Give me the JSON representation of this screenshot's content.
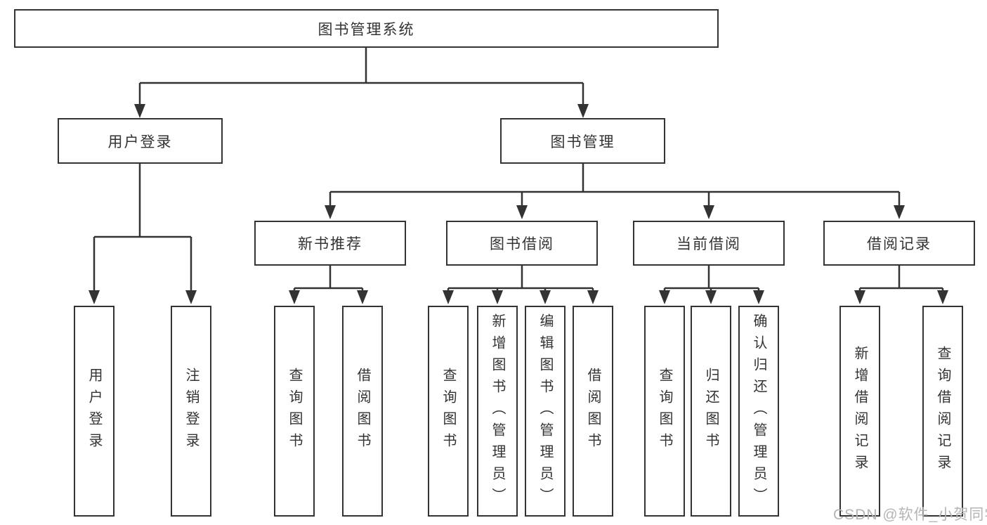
{
  "diagram": {
    "title": "图书管理系统",
    "tree": {
      "root": {
        "label": "图书管理系统",
        "children": [
          {
            "label": "用户登录",
            "children": [
              {
                "label": "用户登录"
              },
              {
                "label": "注销登录"
              }
            ]
          },
          {
            "label": "图书管理",
            "children": [
              {
                "label": "新书推荐",
                "children": [
                  {
                    "label": "查询图书"
                  },
                  {
                    "label": "借阅图书"
                  }
                ]
              },
              {
                "label": "图书借阅",
                "children": [
                  {
                    "label": "查询图书"
                  },
                  {
                    "label": "新增图书（管理员）"
                  },
                  {
                    "label": "编辑图书（管理员）"
                  },
                  {
                    "label": "借阅图书"
                  }
                ]
              },
              {
                "label": "当前借阅",
                "children": [
                  {
                    "label": "查询图书"
                  },
                  {
                    "label": "归还图书"
                  },
                  {
                    "label": "确认归还（管理员）"
                  }
                ]
              },
              {
                "label": "借阅记录",
                "children": [
                  {
                    "label": "新增借阅记录"
                  },
                  {
                    "label": "查询借阅记录"
                  }
                ]
              }
            ]
          }
        ]
      }
    },
    "colors": {
      "line": "#333333",
      "box_border": "#333333",
      "text": "#333333",
      "background": "#ffffff",
      "watermark": "#b5b5b5"
    }
  },
  "watermark": "CSDN @软件_小贺同学"
}
